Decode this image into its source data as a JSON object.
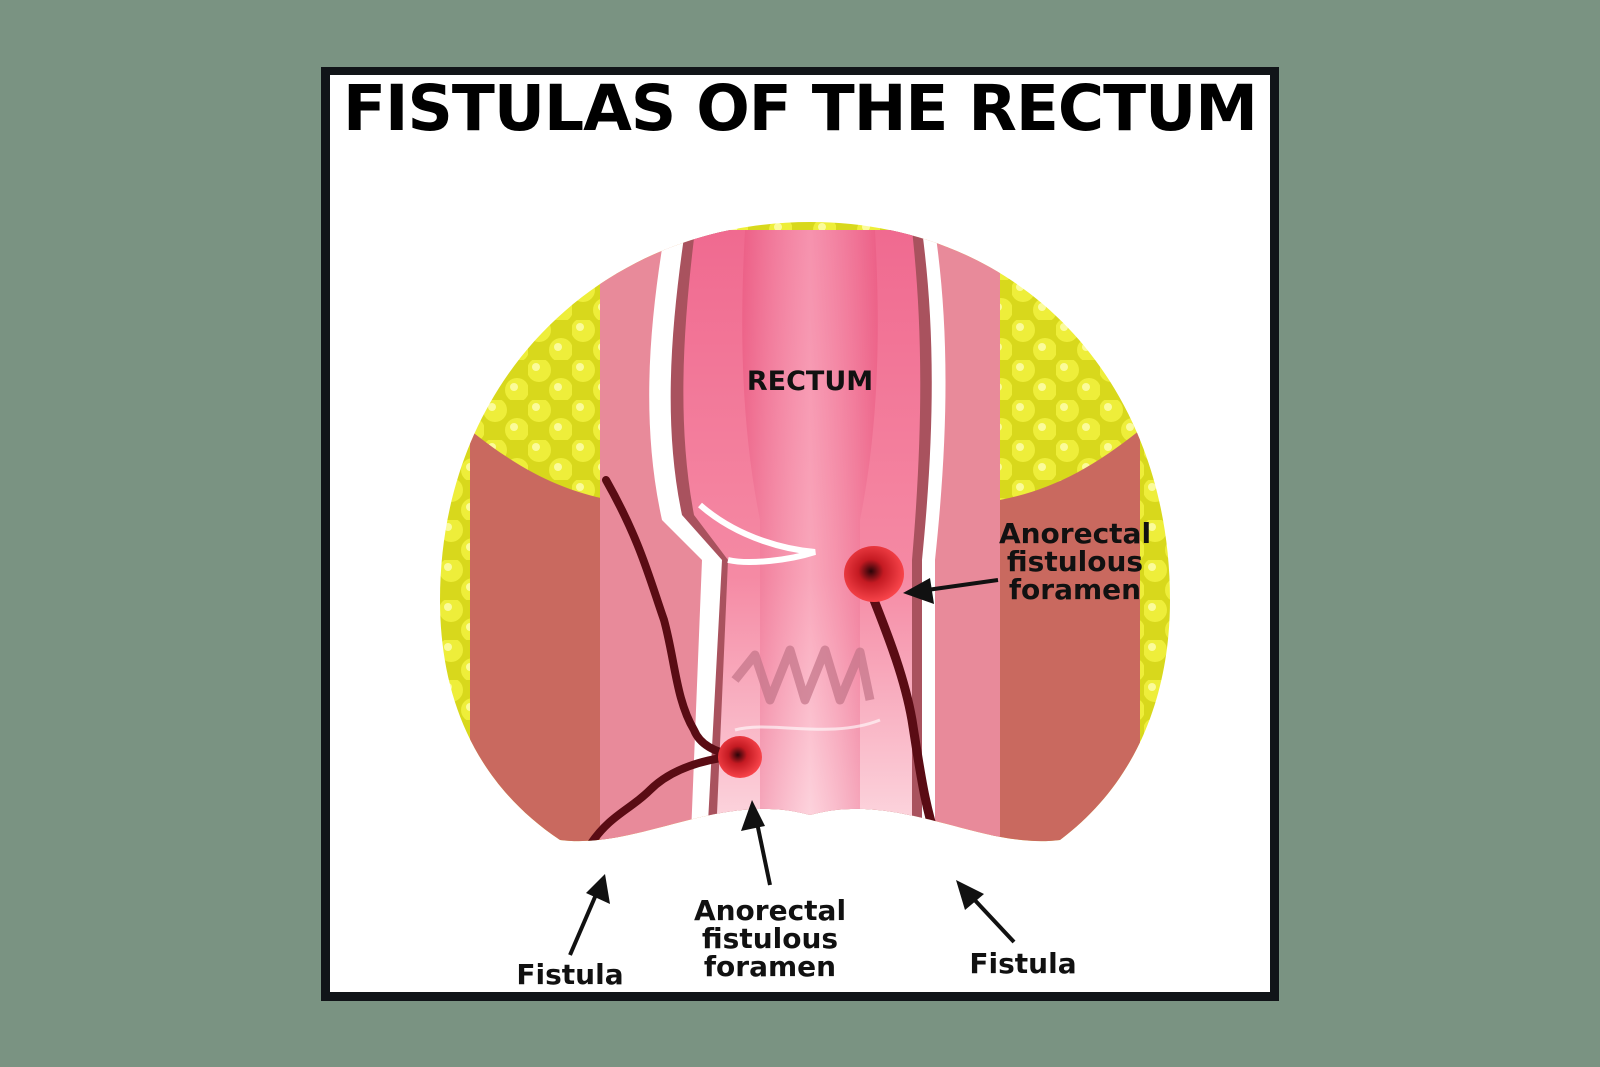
{
  "title": "FISTULAS OF THE RECTUM",
  "labels": {
    "rectum": "RECTUM",
    "foramen_right": [
      "Anorectal",
      "fistulous",
      "foramen"
    ],
    "foramen_bottom": [
      "Anorectal",
      "fistulous",
      "foramen"
    ],
    "fistula_left": "Fistula",
    "fistula_right": "Fistula"
  },
  "colors": {
    "background": "#7a9382",
    "fat": "#e6e62a",
    "muscle": "#c9695f",
    "rectum_wall": "#e88a9a",
    "rectum_lumen": "#f07a98",
    "fistula_tract": "#5a0c14",
    "foramen": "#e02a30"
  }
}
